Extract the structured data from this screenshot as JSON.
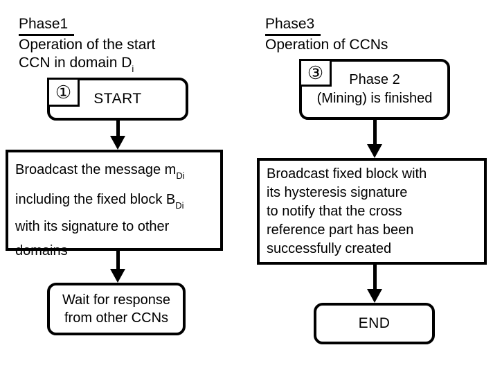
{
  "diagram": {
    "colors": {
      "ink": "#000000",
      "background": "#ffffff"
    },
    "left_column": {
      "heading": "Phase1",
      "subtitle_line1": "Operation of the start",
      "subtitle_line2_main": "CCN in domain D",
      "subtitle_line2_sub": "i",
      "start_node": {
        "badge": "①",
        "label": "START"
      },
      "broadcast_node_lines": [
        {
          "main": "Broadcast the message m",
          "sub": "Di"
        },
        {
          "main": "including the fixed block B",
          "sub": "Di"
        },
        {
          "main": "with its signature to other",
          "sub": ""
        },
        {
          "main": "domains",
          "sub": ""
        }
      ],
      "wait_node_lines": [
        "Wait for response",
        "from other CCNs"
      ]
    },
    "right_column": {
      "heading": "Phase3",
      "subtitle_line1": "Operation of CCNs",
      "phase2_node": {
        "badge": "③",
        "line1": "Phase 2",
        "line2": "(Mining) is finished"
      },
      "broadcast_node_lines": [
        "Broadcast fixed block with",
        "its hysteresis signature",
        "to notify that the cross",
        "reference part has been",
        "successfully created"
      ],
      "end_node": {
        "label": "END"
      }
    }
  }
}
